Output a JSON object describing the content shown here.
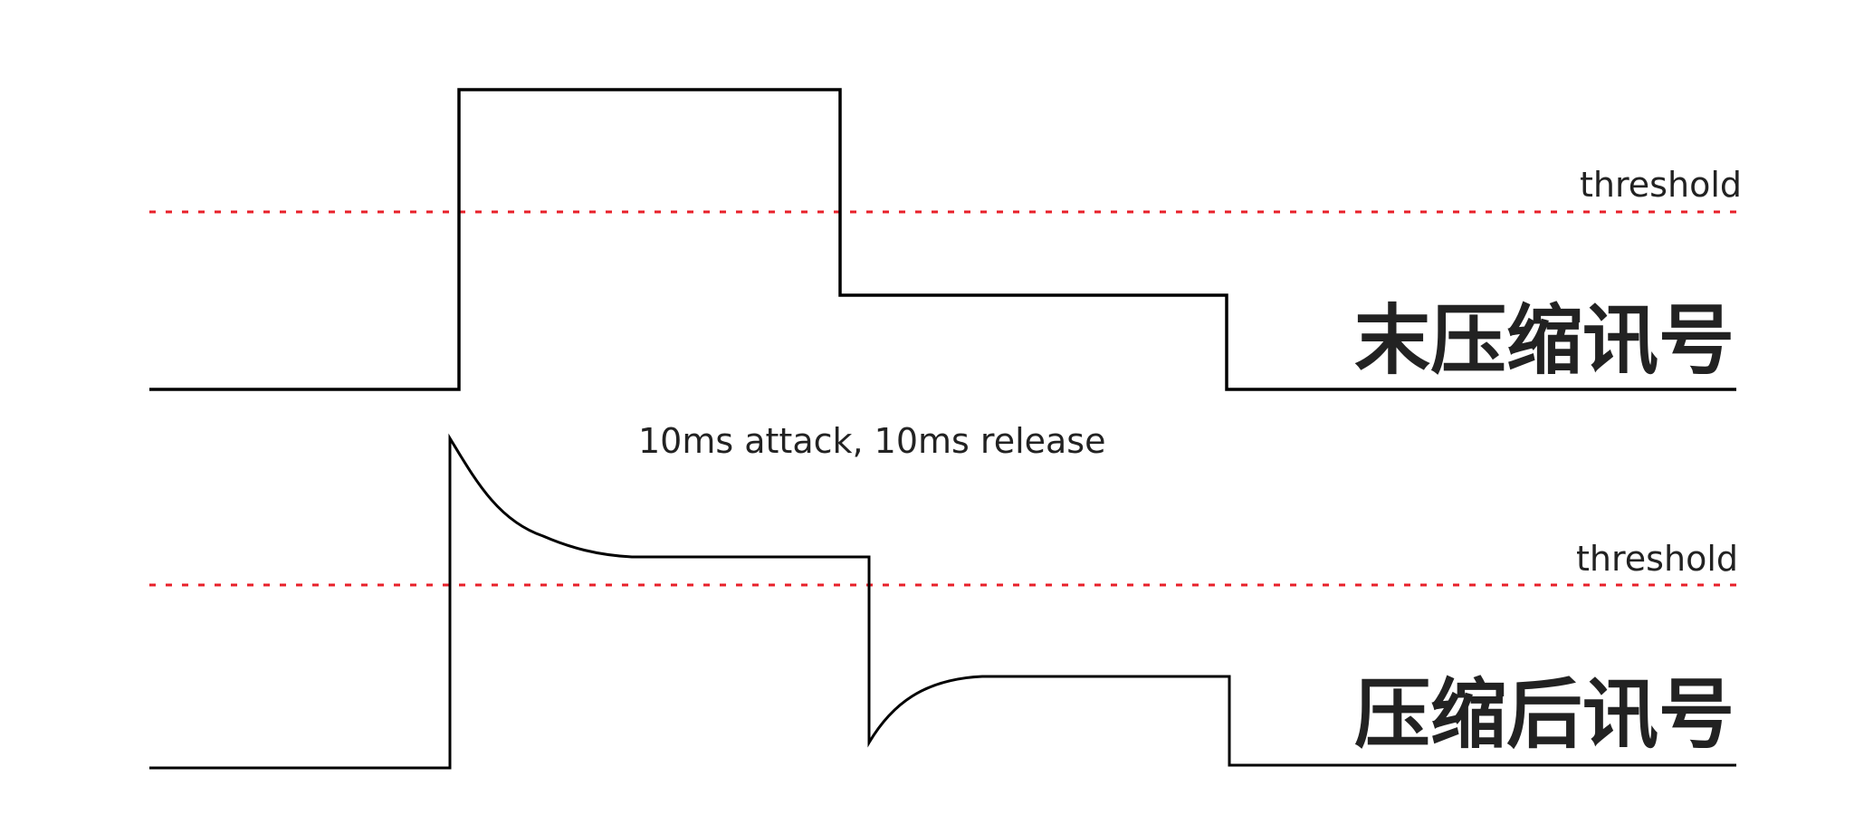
{
  "colors": {
    "background": "#ffffff",
    "signal": "#000000",
    "threshold": "#e8202a",
    "text": "#222222"
  },
  "top_panel": {
    "threshold_label": "threshold",
    "signal_label": "末压缩讯号"
  },
  "caption": "10ms attack, 10ms release",
  "bottom_panel": {
    "threshold_label": "threshold",
    "signal_label": "压缩后讯号"
  }
}
